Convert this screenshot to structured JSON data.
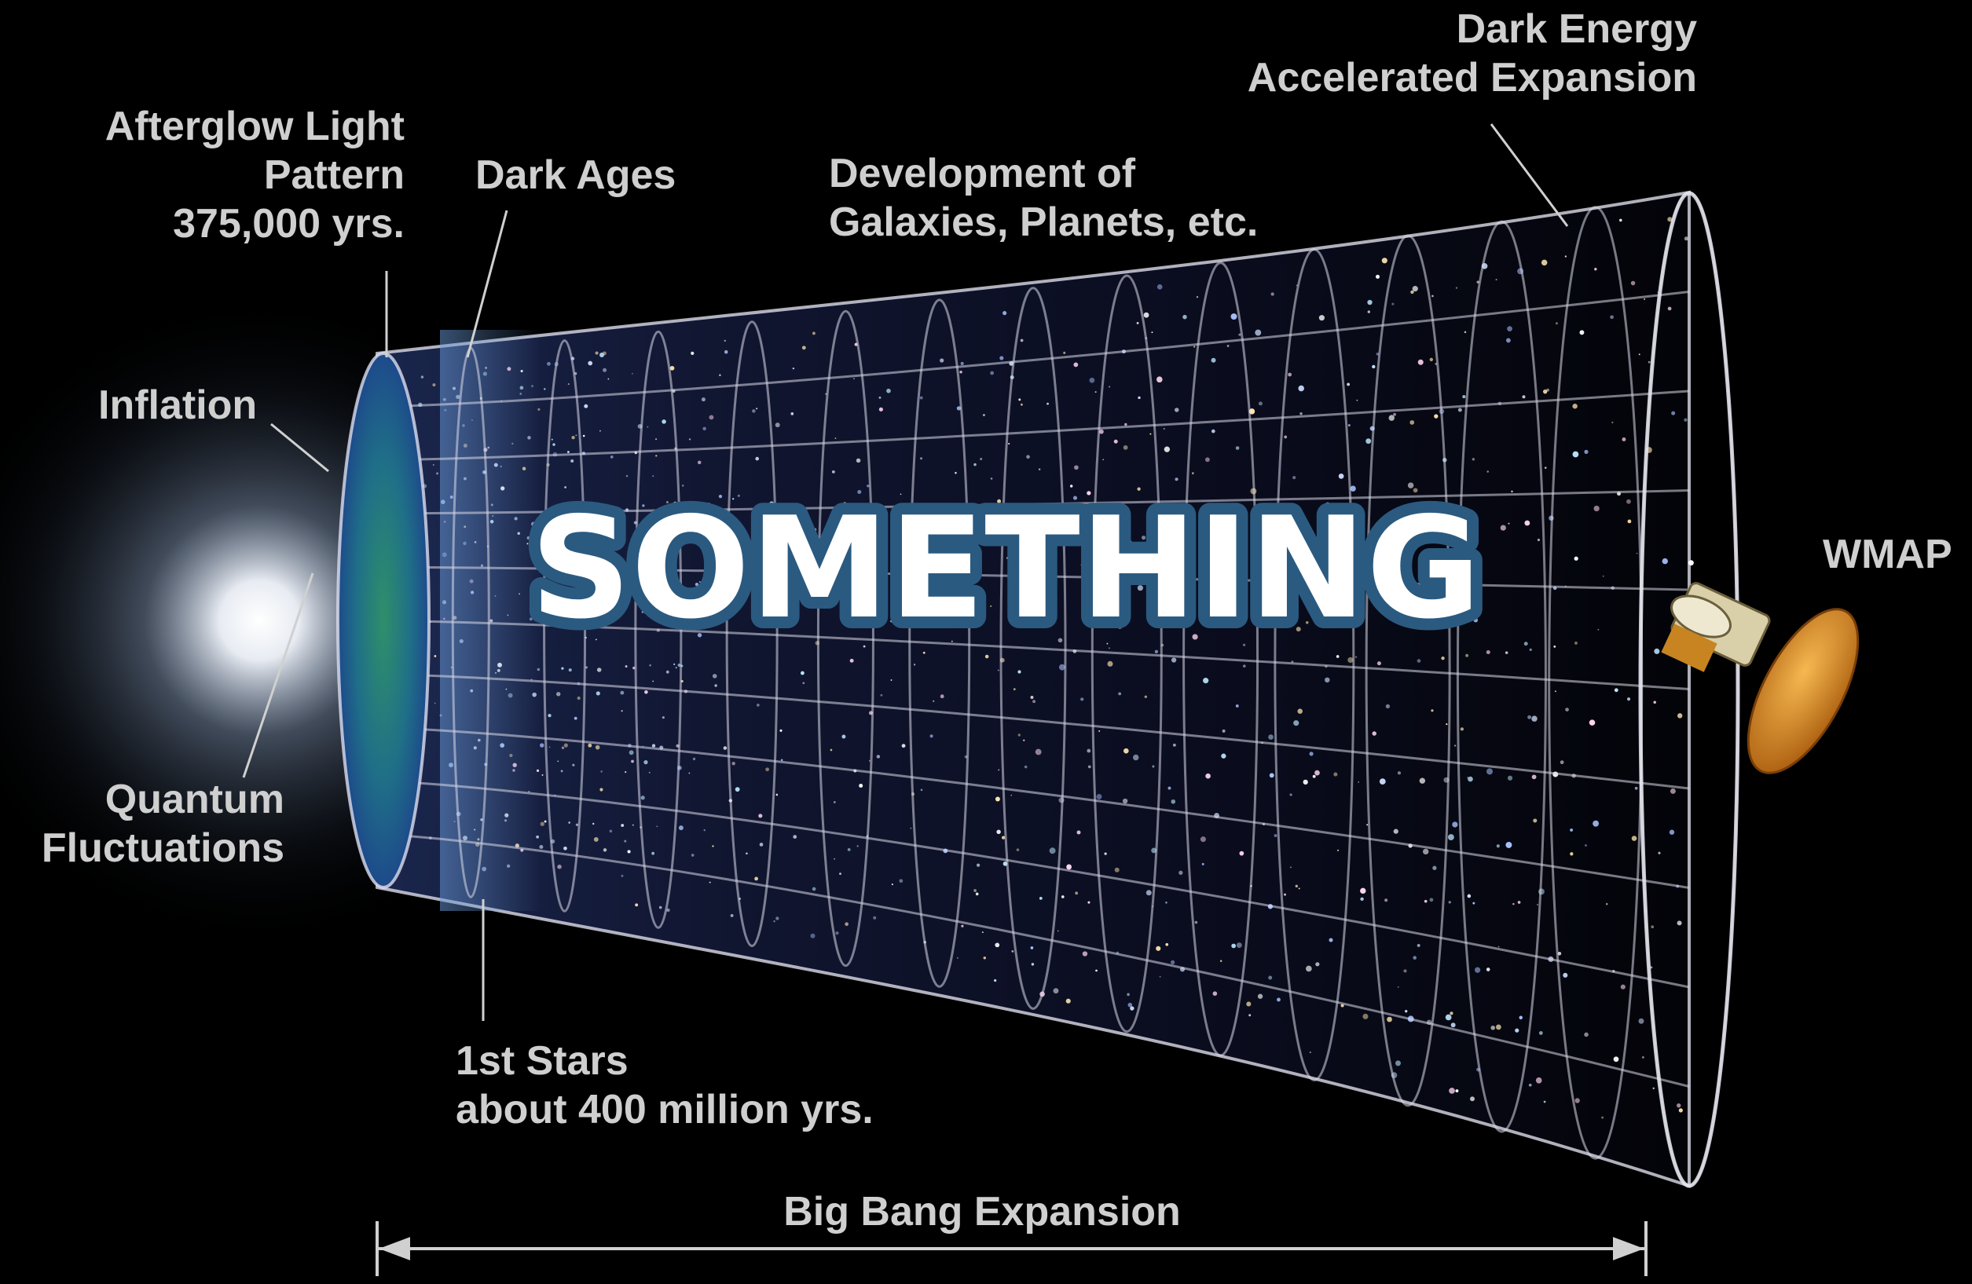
{
  "labels": {
    "afterglow_1": "Afterglow Light",
    "afterglow_2": "Pattern",
    "afterglow_3": "375,000 yrs.",
    "dark_ages": "Dark Ages",
    "development_1": "Development of",
    "development_2": "Galaxies, Planets, etc.",
    "dark_energy_1": "Dark Energy",
    "dark_energy_2": "Accelerated Expansion",
    "inflation": "Inflation",
    "quantum_1": "Quantum",
    "quantum_2": "Fluctuations",
    "first_stars_1": "1st Stars",
    "first_stars_2": "about 400 million yrs.",
    "big_bang": "Big Bang Expansion",
    "wmap": "WMAP"
  },
  "overlay": {
    "word": "SOMETHING",
    "fill_color": "#ffffff",
    "stroke_color": "#2b5a80"
  },
  "colors": {
    "background": "#000000",
    "label_text": "#cfcfcf",
    "grid_lines": "#d8d8e8",
    "afterglow_core": "#ffffff",
    "cmb_green": "#2f8f6a",
    "cmb_blue": "#1d4a8a",
    "satellite_gold": "#d98a1c"
  }
}
